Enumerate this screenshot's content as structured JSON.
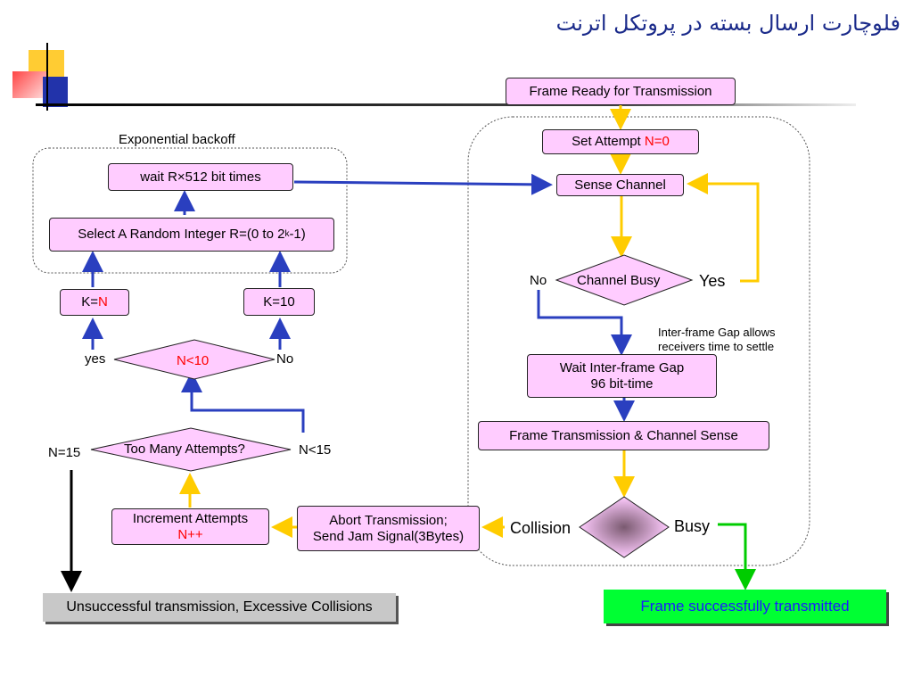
{
  "title": "فلوچارت ارسال بسته در پروتکل اترنت",
  "colors": {
    "box_fill": "#ffccff",
    "arrow_blue": "#2a3fbf",
    "arrow_yellow": "#ffcc00",
    "arrow_green": "#00cc00",
    "title": "#1a2a8a"
  },
  "backoff_group_label": "Exponential backoff",
  "nodes": {
    "frame_ready": "Frame Ready for Transmission",
    "set_attempt": "Set Attempt ",
    "set_attempt_value": "N=0",
    "sense_channel": "Sense Channel",
    "channel_busy": "Channel Busy",
    "wait_ifg_line1": "Wait Inter-frame Gap",
    "wait_ifg_line2": "96 bit-time",
    "frame_tx": "Frame Transmission & Channel Sense",
    "abort_line1": "Abort Transmission;",
    "abort_line2": "Send Jam Signal(3Bytes)",
    "increment_line1": "Increment Attempts",
    "increment_line2": "N++",
    "too_many": "Too Many Attempts?",
    "n_lt_10": "N<10",
    "k_n_prefix": "K=",
    "k_n_value": "N",
    "k_10": "K=10",
    "select_random": "Select A Random Integer R=(0 to 2",
    "select_random_sup": "k",
    "select_random_end": "-1)",
    "wait_r": "wait R×512 bit times",
    "unsuccessful": "Unsuccessful transmission, Excessive Collisions",
    "success": "Frame successfully transmitted"
  },
  "labels": {
    "no_busy": "No",
    "yes_busy": "Yes",
    "ifg_note_line1": "Inter-frame Gap allows",
    "ifg_note_line2": "receivers time to settle",
    "collision": "Collision",
    "busy": "Busy",
    "n15": "N=15",
    "n_lt_15": "N<15",
    "yes_small": "yes",
    "no_small": "No"
  }
}
